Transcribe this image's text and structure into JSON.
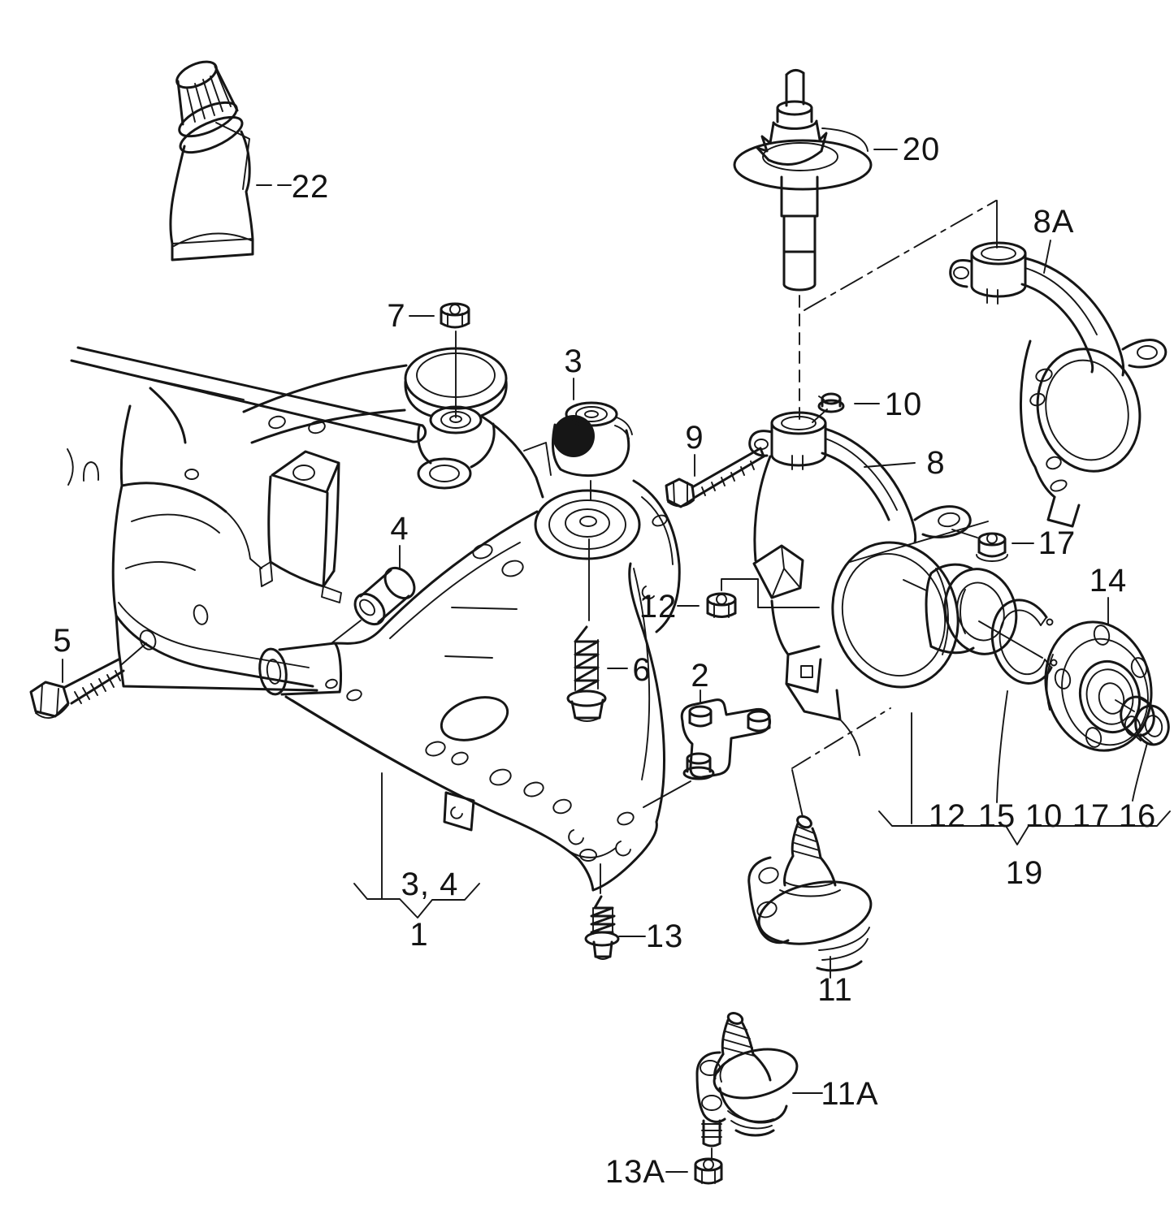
{
  "diagram": {
    "background": "#ffffff",
    "line_color": "#161616",
    "callouts": {
      "c22": "22",
      "c20": "20",
      "c8a": "8A",
      "c7": "7",
      "c3": "3",
      "c4": "4",
      "c5": "5",
      "c6": "6",
      "c8": "8",
      "c9": "9",
      "c10": "10",
      "c12": "12",
      "c17": "17",
      "c14": "14",
      "c2": "2",
      "c11": "11",
      "c13": "13",
      "c34": "3, 4",
      "c1": "1",
      "c11a": "11A",
      "c13a": "13A",
      "c19": "19",
      "kit_row": [
        "12",
        "15",
        "10",
        "17",
        "16"
      ]
    }
  }
}
